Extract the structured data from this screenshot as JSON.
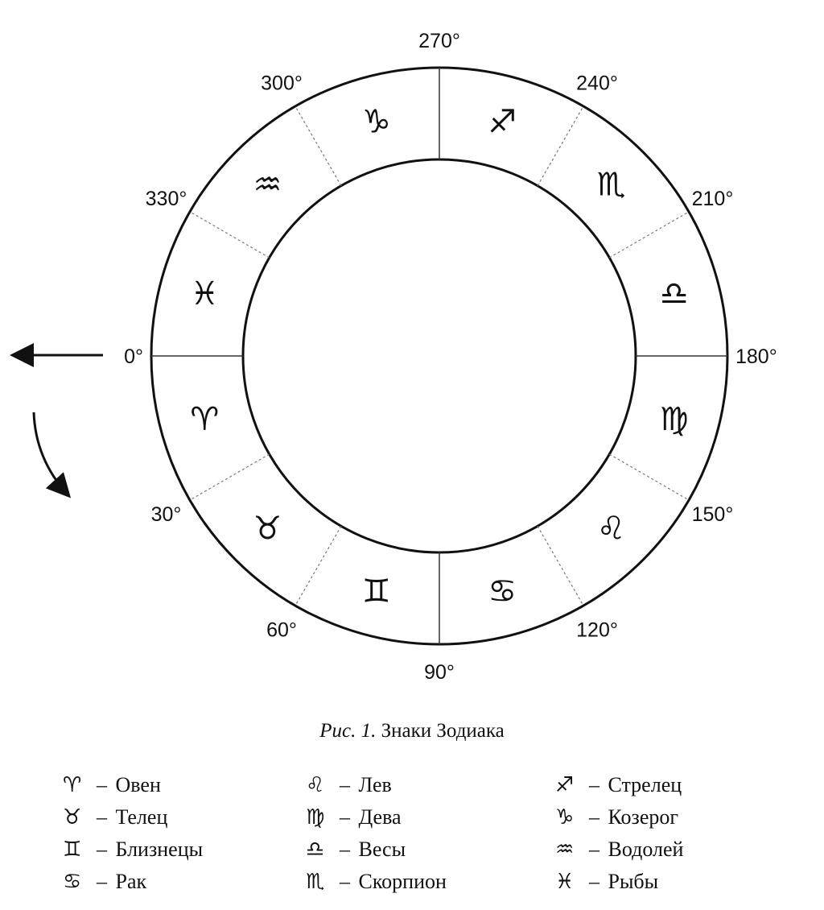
{
  "diagram": {
    "degree_labels": [
      "0°",
      "30°",
      "60°",
      "90°",
      "120°",
      "150°",
      "180°",
      "210°",
      "240°",
      "270°",
      "300°",
      "330°"
    ],
    "signs": [
      {
        "symbol": "♈",
        "name": "Овен"
      },
      {
        "symbol": "♉",
        "name": "Телец"
      },
      {
        "symbol": "♊",
        "name": "Близнецы"
      },
      {
        "symbol": "♋",
        "name": "Рак"
      },
      {
        "symbol": "♌",
        "name": "Лев"
      },
      {
        "symbol": "♍",
        "name": "Дева"
      },
      {
        "symbol": "♎",
        "name": "Весы"
      },
      {
        "symbol": "♏",
        "name": "Скорпион"
      },
      {
        "symbol": "♐",
        "name": "Стрелец"
      },
      {
        "symbol": "♑",
        "name": "Козерог"
      },
      {
        "symbol": "♒",
        "name": "Водолей"
      },
      {
        "symbol": "♓",
        "name": "Рыбы"
      }
    ]
  },
  "caption": {
    "figure": "Рис. 1.",
    "title": "Знаки Зодиака"
  },
  "legend": {
    "separator": "–"
  }
}
